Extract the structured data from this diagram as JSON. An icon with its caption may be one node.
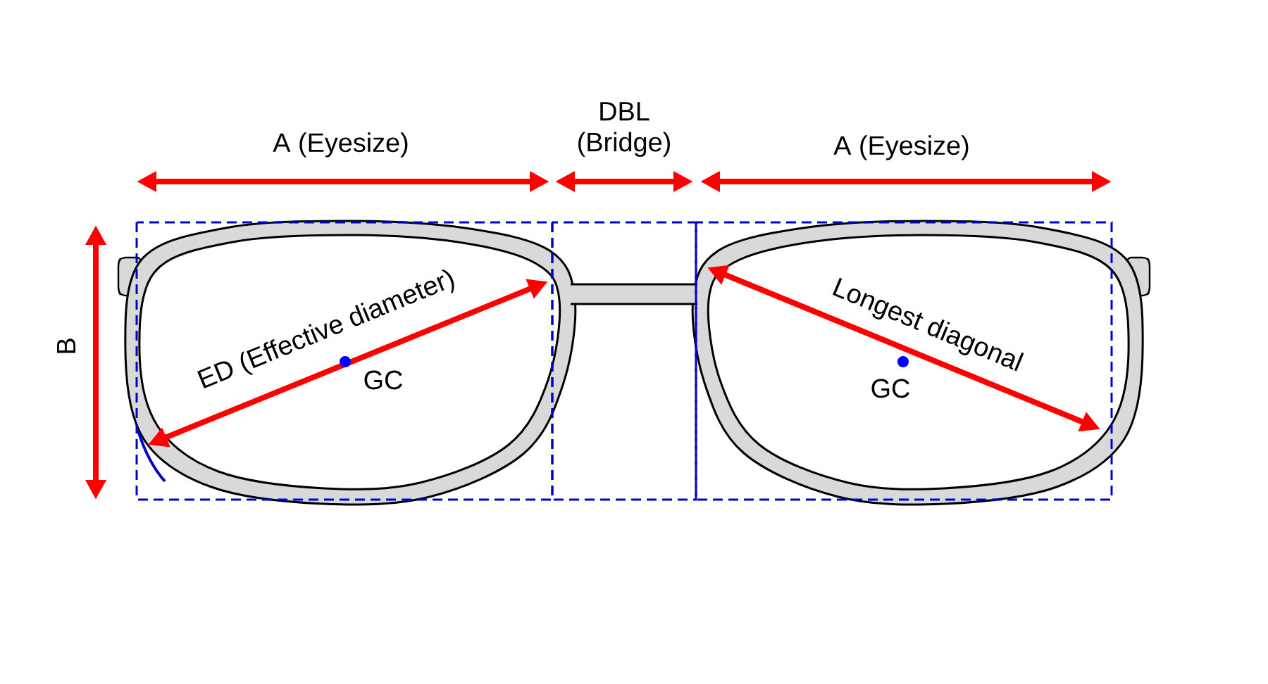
{
  "diagram": {
    "labels": [
      "A (Eyesize)",
      "DBL (Bridge)",
      "A (Eyesize)",
      "B",
      "ED (Effective diameter)",
      "GC",
      "Longest diagonal",
      "GC"
    ]
  }
}
